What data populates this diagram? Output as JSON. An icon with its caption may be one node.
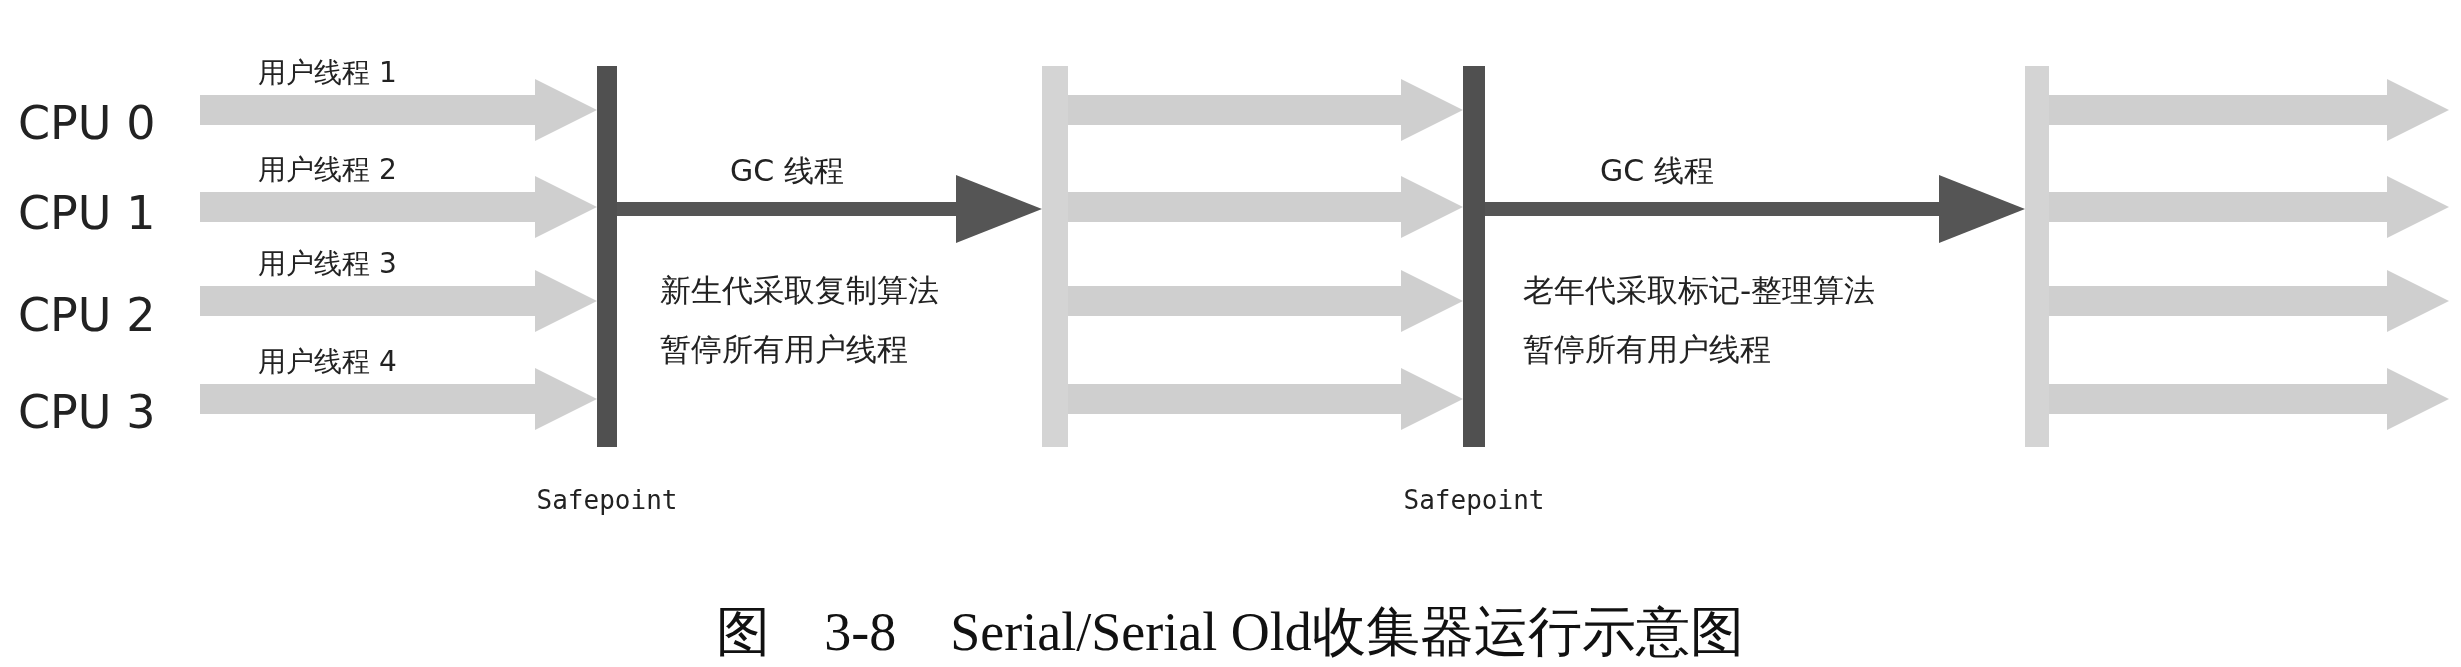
{
  "diagram": {
    "caption": "图　3-8　Serial/Serial Old收集器运行示意图",
    "nodes": [
      {
        "text": [
          "CPU 0"
        ]
      },
      {
        "text": [
          "CPU 1"
        ]
      },
      {
        "text": [
          "CPU 2"
        ]
      },
      {
        "text": [
          "CPU 3"
        ]
      },
      {
        "text": [],
        "shape": "bar",
        "beside": [
          "Safepoint"
        ]
      },
      {
        "text": [],
        "shape": "bar"
      },
      {
        "text": [],
        "shape": "bar",
        "beside": [
          "Safepoint"
        ]
      },
      {
        "text": [],
        "shape": "bar"
      }
    ],
    "edges": [
      {
        "from": 0,
        "to": 4,
        "arrow": "to",
        "label": "用户线程 1"
      },
      {
        "from": 1,
        "to": 4,
        "arrow": "to",
        "label": "用户线程 2"
      },
      {
        "from": 2,
        "to": 4,
        "arrow": "to",
        "label": "用户线程 3"
      },
      {
        "from": 3,
        "to": 4,
        "arrow": "to",
        "label": "用户线程 4"
      },
      {
        "from": 4,
        "to": 5,
        "arrow": "to",
        "label": "GC 线程",
        "color": "#555555"
      },
      {
        "from": 5,
        "to": 6,
        "arrow": "to"
      },
      {
        "from": 5,
        "to": 6,
        "arrow": "to"
      },
      {
        "from": 5,
        "to": 6,
        "arrow": "to"
      },
      {
        "from": 5,
        "to": 6,
        "arrow": "to"
      },
      {
        "from": 6,
        "to": 7,
        "arrow": "to",
        "label": "GC 线程",
        "color": "#555555"
      },
      {
        "from": 7,
        "to": null,
        "arrow": "to"
      },
      {
        "from": 7,
        "to": null,
        "arrow": "to"
      },
      {
        "from": 7,
        "to": null,
        "arrow": "to"
      },
      {
        "from": 7,
        "to": null,
        "arrow": "to"
      }
    ],
    "labels": [
      "新生代采取复制算法",
      "暂停所有用户线程",
      "老年代采取标记-整理算法",
      "暂停所有用户线程"
    ]
  }
}
